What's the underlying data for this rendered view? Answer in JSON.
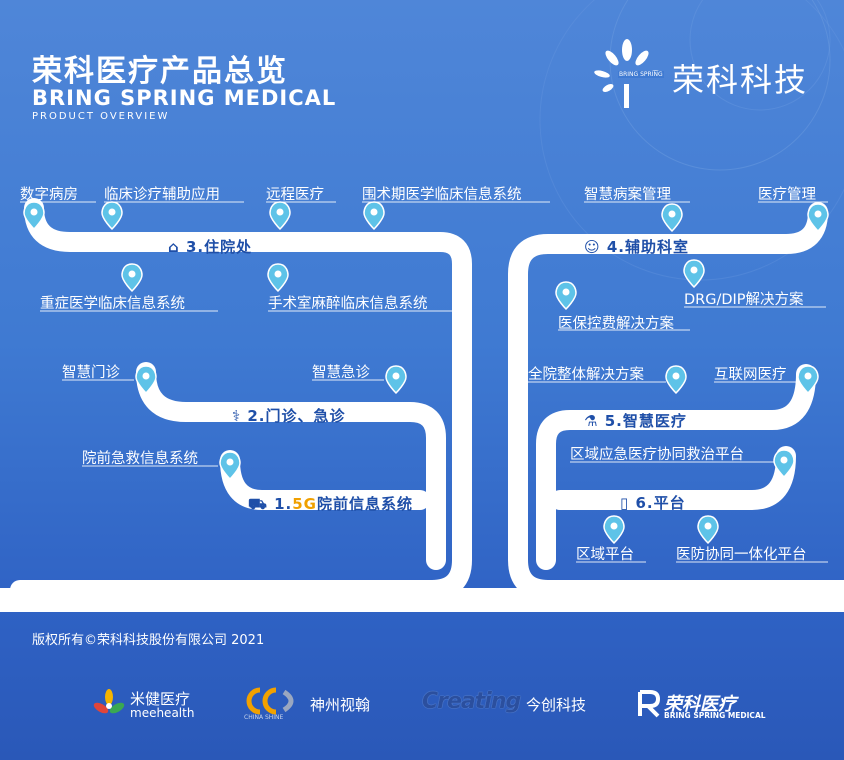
{
  "header": {
    "title_cn": "荣科医疗产品总览",
    "title_en": "BRING SPRING MEDICAL",
    "subtitle": "PRODUCT OVERVIEW"
  },
  "brand": {
    "logo_tag": "BRING SPRING",
    "name": "荣科科技"
  },
  "sections": [
    {
      "id": "s3",
      "label": "3.住院处",
      "icon": "home-icon"
    },
    {
      "id": "s4",
      "label": "4.辅助科室",
      "icon": "doctor-icon"
    },
    {
      "id": "s2",
      "label": "2.门诊、急诊",
      "icon": "stethoscope-icon"
    },
    {
      "id": "s5",
      "label": "5.智慧医疗",
      "icon": "microscope-icon"
    },
    {
      "id": "s1",
      "prefix": "1.",
      "highlight": "5G",
      "label": "院前信息系统",
      "icon": "ambulance-icon"
    },
    {
      "id": "s6",
      "label": "6.平台",
      "icon": "document-icon"
    }
  ],
  "nodes": {
    "shuzi": "数字病房",
    "linchuang_fuzhu": "临床诊疗辅助应用",
    "yuancheng": "远程医疗",
    "weishuqi": "围术期医学临床信息系统",
    "zhongzheng": "重症医学临床信息系统",
    "shoushu": "手术室麻醉临床信息系统",
    "zhihui_bingan": "智慧病案管理",
    "yiliao_guanli": "医疗管理",
    "drg": "DRG/DIP解决方案",
    "yibao": "医保控费解决方案",
    "zhihui_menzhen": "智慧门诊",
    "zhihui_jizhen": "智慧急诊",
    "yuanqian": "院前急救信息系统",
    "quanyuan": "全院整体解决方案",
    "hulianwang": "互联网医疗",
    "quyu_yingji": "区域应急医疗协同救治平台",
    "quyu_pingtai": "区域平台",
    "yifang": "医防协同一体化平台"
  },
  "footer": {
    "copyright": "版权所有©荣科科技股份有限公司 2021",
    "partners": [
      {
        "name_cn": "米健医疗",
        "name_en": "meehealth",
        "icon": "meehealth-logo-icon"
      },
      {
        "name_cn": "神州视翰",
        "name_en": "CHINA SHINE",
        "icon": "chinashine-logo-icon"
      },
      {
        "name_en": "Creating",
        "name_cn": "今创科技",
        "icon": "creating-logo-icon"
      },
      {
        "name_cn": "荣科医疗",
        "name_en": "BRING SPRING MEDICAL",
        "icon": "bringspring-logo-icon"
      }
    ]
  },
  "colors": {
    "background_top": "#4f86d8",
    "background_bottom": "#2a58b8",
    "road": "#ffffff",
    "pin": "#5ec3e8",
    "section_text": "#1f4fa8",
    "highlight": "#f0a000"
  }
}
